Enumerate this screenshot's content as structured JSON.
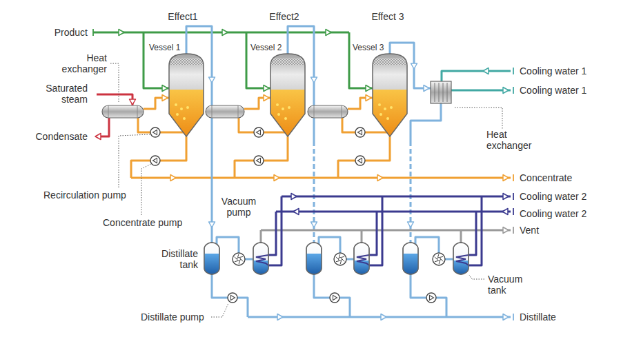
{
  "diagram": {
    "nodes": [
      {
        "text": [
          "Vessel 1"
        ]
      },
      {
        "text": [
          "Vessel 2"
        ]
      },
      {
        "text": [
          "Vessel 3"
        ]
      }
    ],
    "labels": [
      "Product",
      "Effect1",
      "Effect2",
      "Effect 3",
      "Heat exchanger",
      "Saturated steam",
      "Condensate",
      "Cooling water 1",
      "Cooling water 1",
      "Heat exchanger",
      "Concentrate",
      "Recirculation pump",
      "Cooling water 2",
      "Vacuum pump",
      "Cooling water 2",
      "Concentrate pump",
      "Vent",
      "Distillate tank",
      "Vacuum tank",
      "Distillate pump",
      "Distillate"
    ]
  }
}
